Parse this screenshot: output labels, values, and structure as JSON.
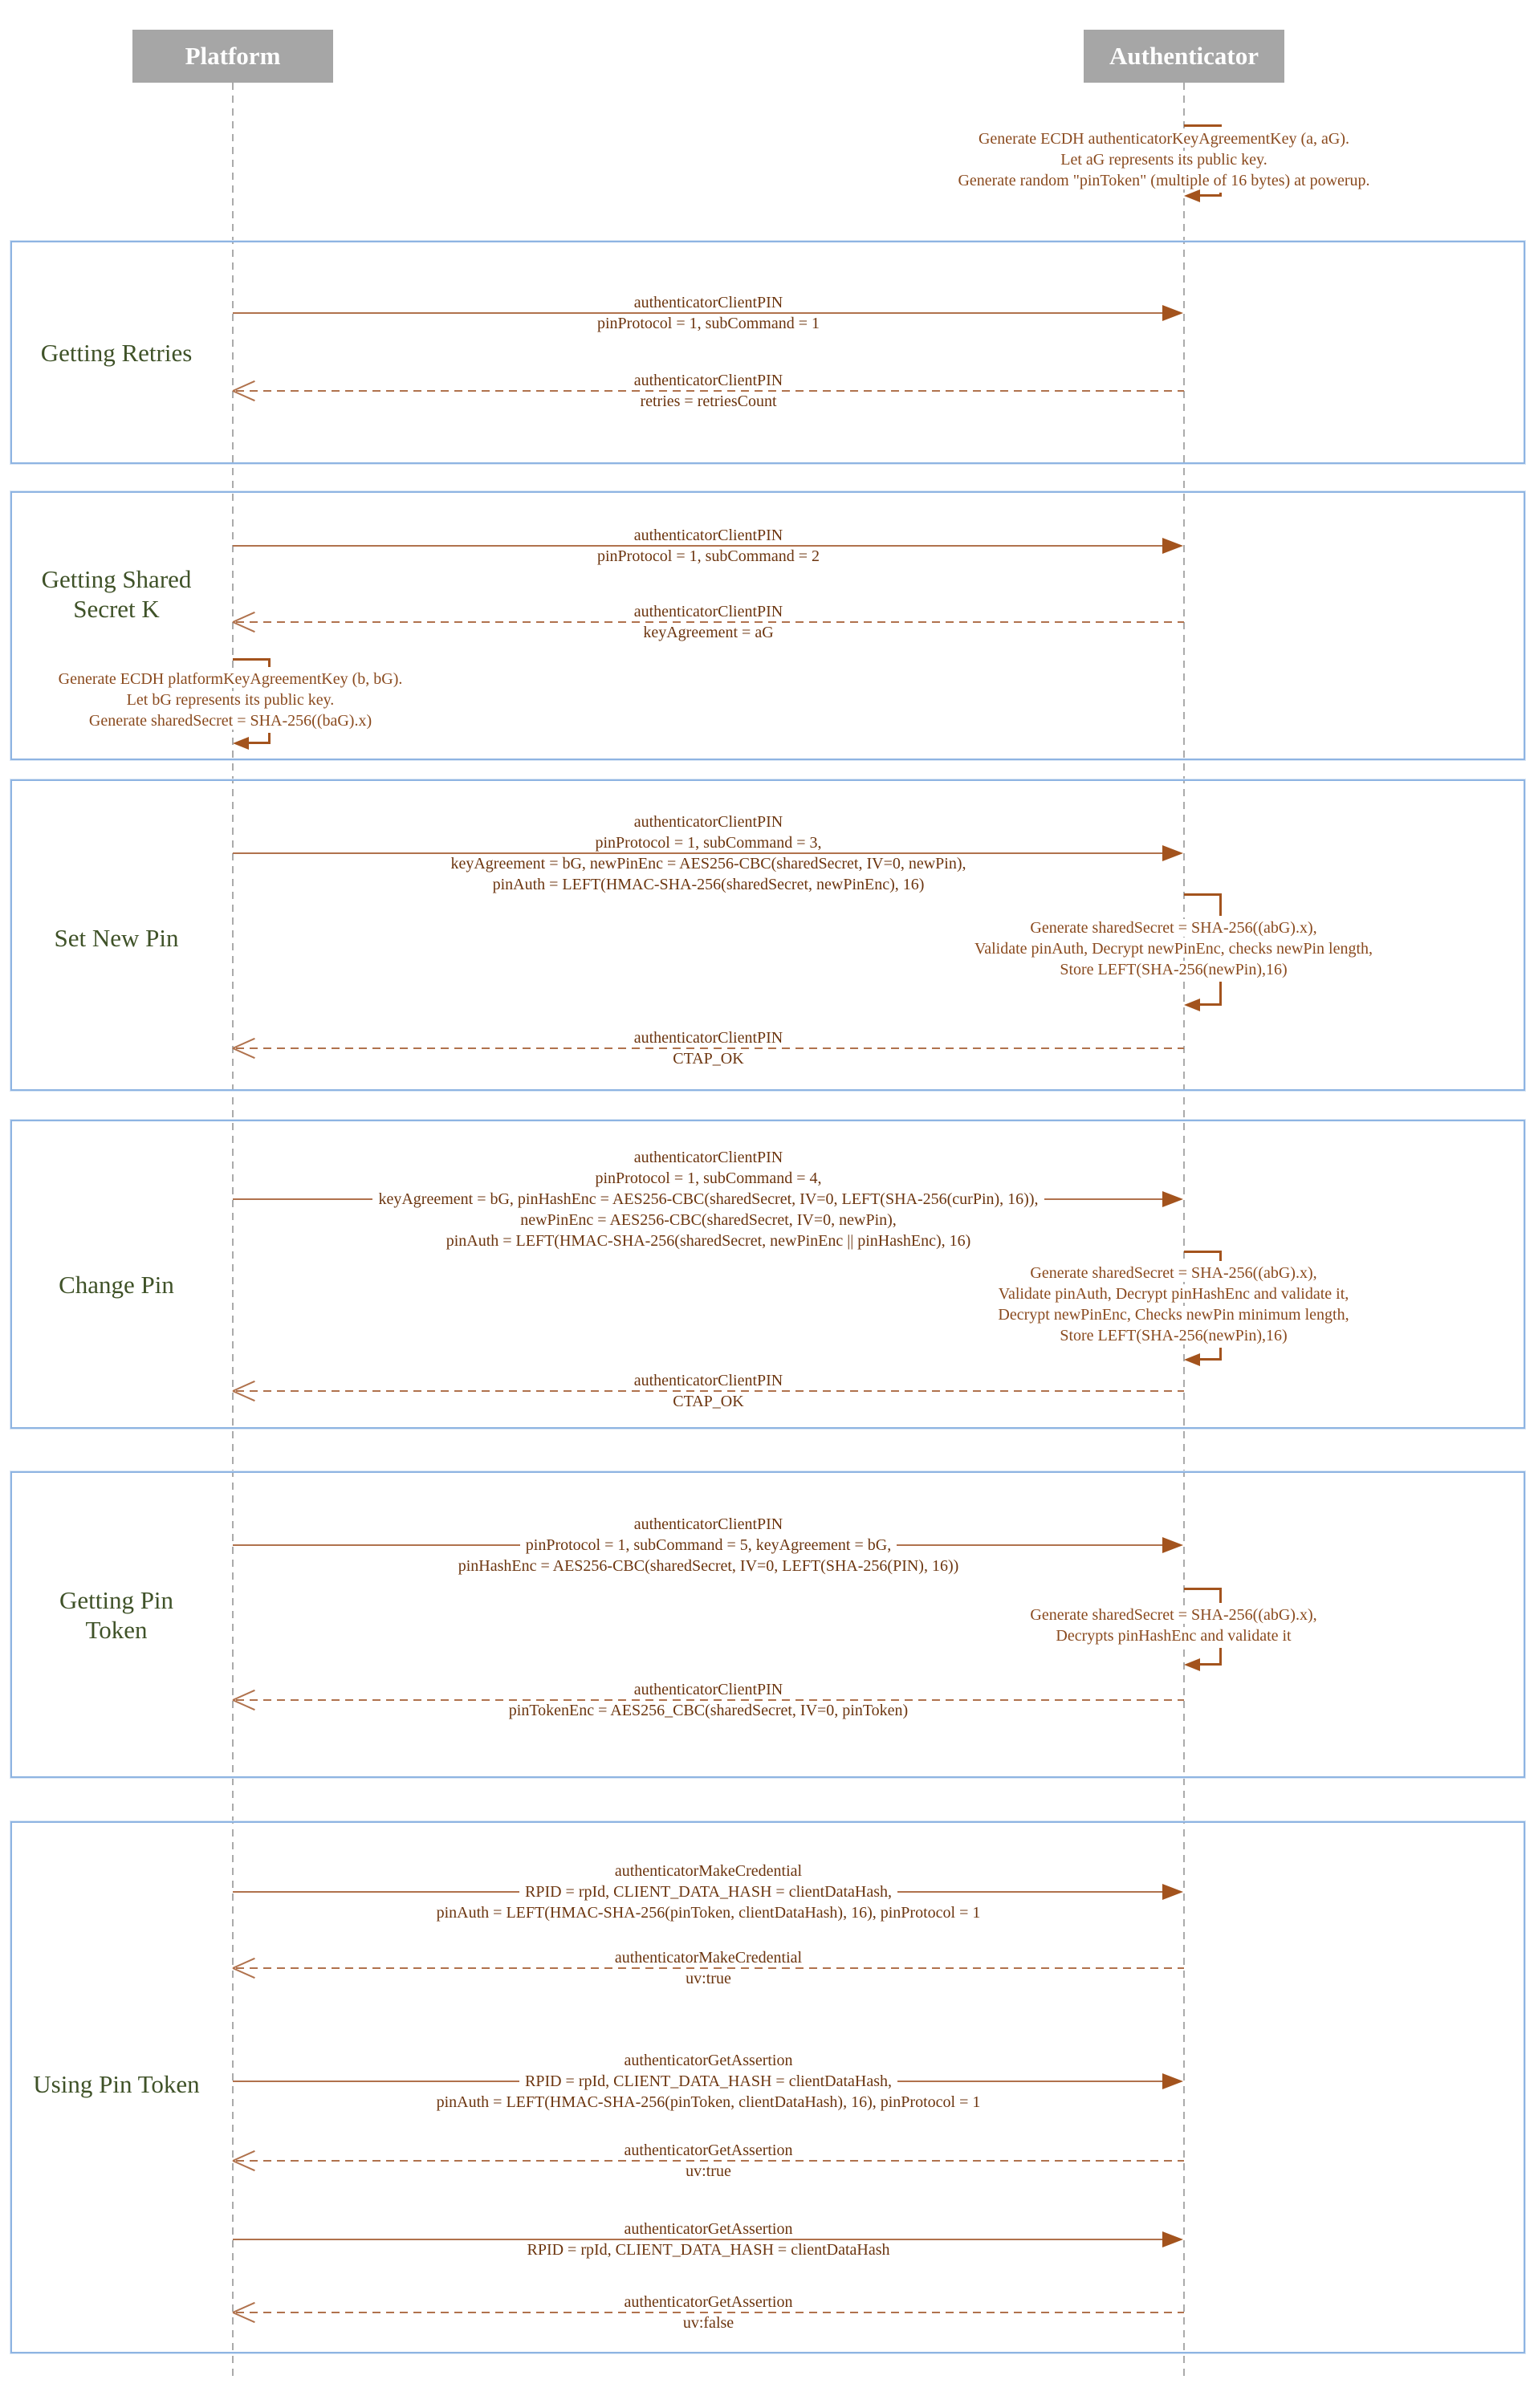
{
  "diagram": {
    "actors": [
      {
        "id": "platform",
        "label": "Platform"
      },
      {
        "id": "authenticator",
        "label": "Authenticator"
      }
    ],
    "startup_note": {
      "actor": "authenticator",
      "lines": [
        "Generate ECDH authenticatorKeyAgreementKey (a, aG).",
        "Let aG represents its public key.",
        "Generate random \"pinToken\" (multiple of 16 bytes) at powerup."
      ]
    },
    "sections": [
      {
        "title_lines": [
          "Getting Retries"
        ],
        "events": [
          {
            "kind": "request",
            "lines": [
              "authenticatorClientPIN",
              "pinProtocol = 1, subCommand = 1"
            ]
          },
          {
            "kind": "response",
            "lines": [
              "authenticatorClientPIN",
              "retries = retriesCount"
            ]
          }
        ]
      },
      {
        "title_lines": [
          "Getting Shared",
          "Secret K"
        ],
        "events": [
          {
            "kind": "request",
            "lines": [
              "authenticatorClientPIN",
              "pinProtocol = 1, subCommand = 2"
            ]
          },
          {
            "kind": "response",
            "lines": [
              "authenticatorClientPIN",
              "keyAgreement = aG"
            ]
          },
          {
            "kind": "self-note",
            "actor": "platform",
            "lines": [
              "Generate ECDH platformKeyAgreementKey (b, bG).",
              "Let bG represents its public key.",
              "Generate sharedSecret = SHA-256((baG).x)"
            ]
          }
        ]
      },
      {
        "title_lines": [
          "Set New Pin"
        ],
        "events": [
          {
            "kind": "request",
            "lines": [
              "authenticatorClientPIN",
              "pinProtocol = 1, subCommand = 3,",
              "keyAgreement = bG, newPinEnc = AES256-CBC(sharedSecret, IV=0, newPin),",
              "pinAuth = LEFT(HMAC-SHA-256(sharedSecret, newPinEnc), 16)"
            ]
          },
          {
            "kind": "self-note",
            "actor": "authenticator",
            "lines": [
              "Generate sharedSecret = SHA-256((abG).x),",
              "Validate pinAuth, Decrypt newPinEnc, checks newPin length,",
              "Store LEFT(SHA-256(newPin),16)"
            ]
          },
          {
            "kind": "response",
            "lines": [
              "authenticatorClientPIN",
              "CTAP_OK"
            ]
          }
        ]
      },
      {
        "title_lines": [
          "Change Pin"
        ],
        "events": [
          {
            "kind": "request",
            "lines": [
              "authenticatorClientPIN",
              "pinProtocol = 1, subCommand = 4,",
              "keyAgreement = bG, pinHashEnc = AES256-CBC(sharedSecret, IV=0, LEFT(SHA-256(curPin), 16)),",
              "newPinEnc = AES256-CBC(sharedSecret, IV=0, newPin),",
              "pinAuth = LEFT(HMAC-SHA-256(sharedSecret, newPinEnc || pinHashEnc), 16)"
            ]
          },
          {
            "kind": "self-note",
            "actor": "authenticator",
            "lines": [
              "Generate sharedSecret = SHA-256((abG).x),",
              "Validate pinAuth, Decrypt pinHashEnc and validate it,",
              "Decrypt newPinEnc, Checks newPin minimum length,",
              "Store LEFT(SHA-256(newPin),16)"
            ]
          },
          {
            "kind": "response",
            "lines": [
              "authenticatorClientPIN",
              "CTAP_OK"
            ]
          }
        ]
      },
      {
        "title_lines": [
          "Getting Pin",
          "Token"
        ],
        "events": [
          {
            "kind": "request",
            "lines": [
              "authenticatorClientPIN",
              "pinProtocol = 1, subCommand = 5, keyAgreement = bG,",
              "pinHashEnc = AES256-CBC(sharedSecret, IV=0, LEFT(SHA-256(PIN), 16))"
            ]
          },
          {
            "kind": "self-note",
            "actor": "authenticator",
            "lines": [
              "Generate sharedSecret = SHA-256((abG).x),",
              "Decrypts pinHashEnc and validate it"
            ]
          },
          {
            "kind": "response",
            "lines": [
              "authenticatorClientPIN",
              "pinTokenEnc = AES256_CBC(sharedSecret, IV=0, pinToken)"
            ]
          }
        ]
      },
      {
        "title_lines": [
          "Using Pin Token"
        ],
        "events": [
          {
            "kind": "request",
            "lines": [
              "authenticatorMakeCredential",
              "RPID = rpId, CLIENT_DATA_HASH = clientDataHash,",
              "pinAuth = LEFT(HMAC-SHA-256(pinToken, clientDataHash), 16), pinProtocol = 1"
            ]
          },
          {
            "kind": "response",
            "lines": [
              "authenticatorMakeCredential",
              "uv:true"
            ]
          },
          {
            "kind": "request",
            "lines": [
              "authenticatorGetAssertion",
              "RPID = rpId, CLIENT_DATA_HASH = clientDataHash,",
              "pinAuth = LEFT(HMAC-SHA-256(pinToken, clientDataHash), 16), pinProtocol = 1"
            ]
          },
          {
            "kind": "response",
            "lines": [
              "authenticatorGetAssertion",
              "uv:true"
            ]
          },
          {
            "kind": "request",
            "lines": [
              "authenticatorGetAssertion",
              "RPID = rpId, CLIENT_DATA_HASH = clientDataHash"
            ]
          },
          {
            "kind": "response",
            "lines": [
              "authenticatorGetAssertion",
              "uv:false"
            ]
          }
        ]
      }
    ],
    "colors": {
      "actor_bg": "#a6a6a6",
      "actor_text": "#ffffff",
      "section_border": "#8eb4e2",
      "section_title": "#3f5228",
      "message_text": "#6c350f",
      "note_text": "#8a4a1e",
      "line": "#b0724d",
      "arrowhead": "#a3531d",
      "lifeline": "#ababab"
    }
  }
}
